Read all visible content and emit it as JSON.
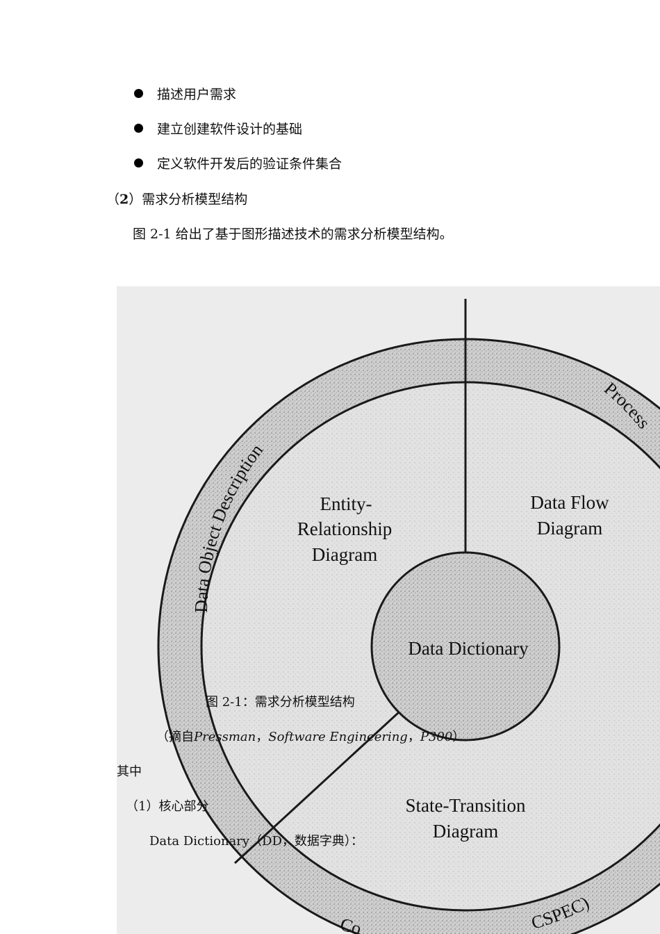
{
  "bullets": [
    "描述用户需求",
    "建立创建软件设计的基础",
    "定义软件开发后的验证条件集合"
  ],
  "section_heading": {
    "prefix": "（",
    "number": "2",
    "suffix": "）需求分析模型结构"
  },
  "intro_paragraph": "图 2-1 给出了基于图形描述技术的需求分析模型结构。",
  "figure": {
    "outer_ring_labels": {
      "data_object_description": "Data Object Description",
      "process_partial": "Process",
      "control_partial": "Co",
      "cspec_partial": "CSPEC)"
    },
    "segments": {
      "er_lines": [
        "Entity-",
        "Relationship",
        "Diagram"
      ],
      "dfd_lines": [
        "Data Flow",
        "Diagram"
      ],
      "std_lines": [
        "State-Transition",
        "Diagram"
      ],
      "center": "Data Dictionary"
    }
  },
  "caption": "图 2-1：需求分析模型结构",
  "source": {
    "open": "（摘自",
    "author": "Pressman",
    "sep1": "，",
    "book": "Software Engineering",
    "sep2": "，",
    "page": "P300",
    "close": "）"
  },
  "where_label": "其中",
  "core_heading": "（1）核心部分",
  "dd_line": "Data Dictionary（DD，数据字典）："
}
